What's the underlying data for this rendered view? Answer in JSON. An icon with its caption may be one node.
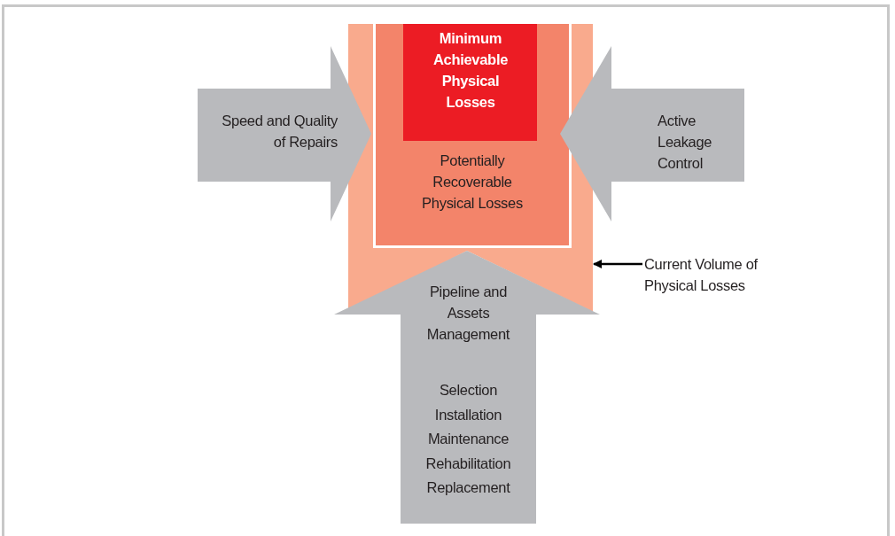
{
  "diagram": {
    "nodes": [
      {
        "text": [],
        "shape": "box"
      },
      {
        "text": [
          "Potentially Recoverable Physical Losses"
        ],
        "in": 0
      },
      {
        "text": [
          "Minimum Achievable Physical Losses"
        ],
        "in": 1
      },
      {
        "text": [
          "Speed and Quality of Repairs"
        ]
      },
      {
        "text": [
          "Active Leakage Control"
        ]
      },
      {
        "text": [
          "Pipeline and Assets Management",
          "Selection",
          "Installation",
          "Maintenance",
          "Rehabilitation",
          "Replacement"
        ]
      },
      {
        "text": [
          "Current Volume of Physical Losses"
        ]
      }
    ],
    "edges": [
      {
        "from": 6,
        "to": 0,
        "arrow": "to"
      }
    ]
  }
}
